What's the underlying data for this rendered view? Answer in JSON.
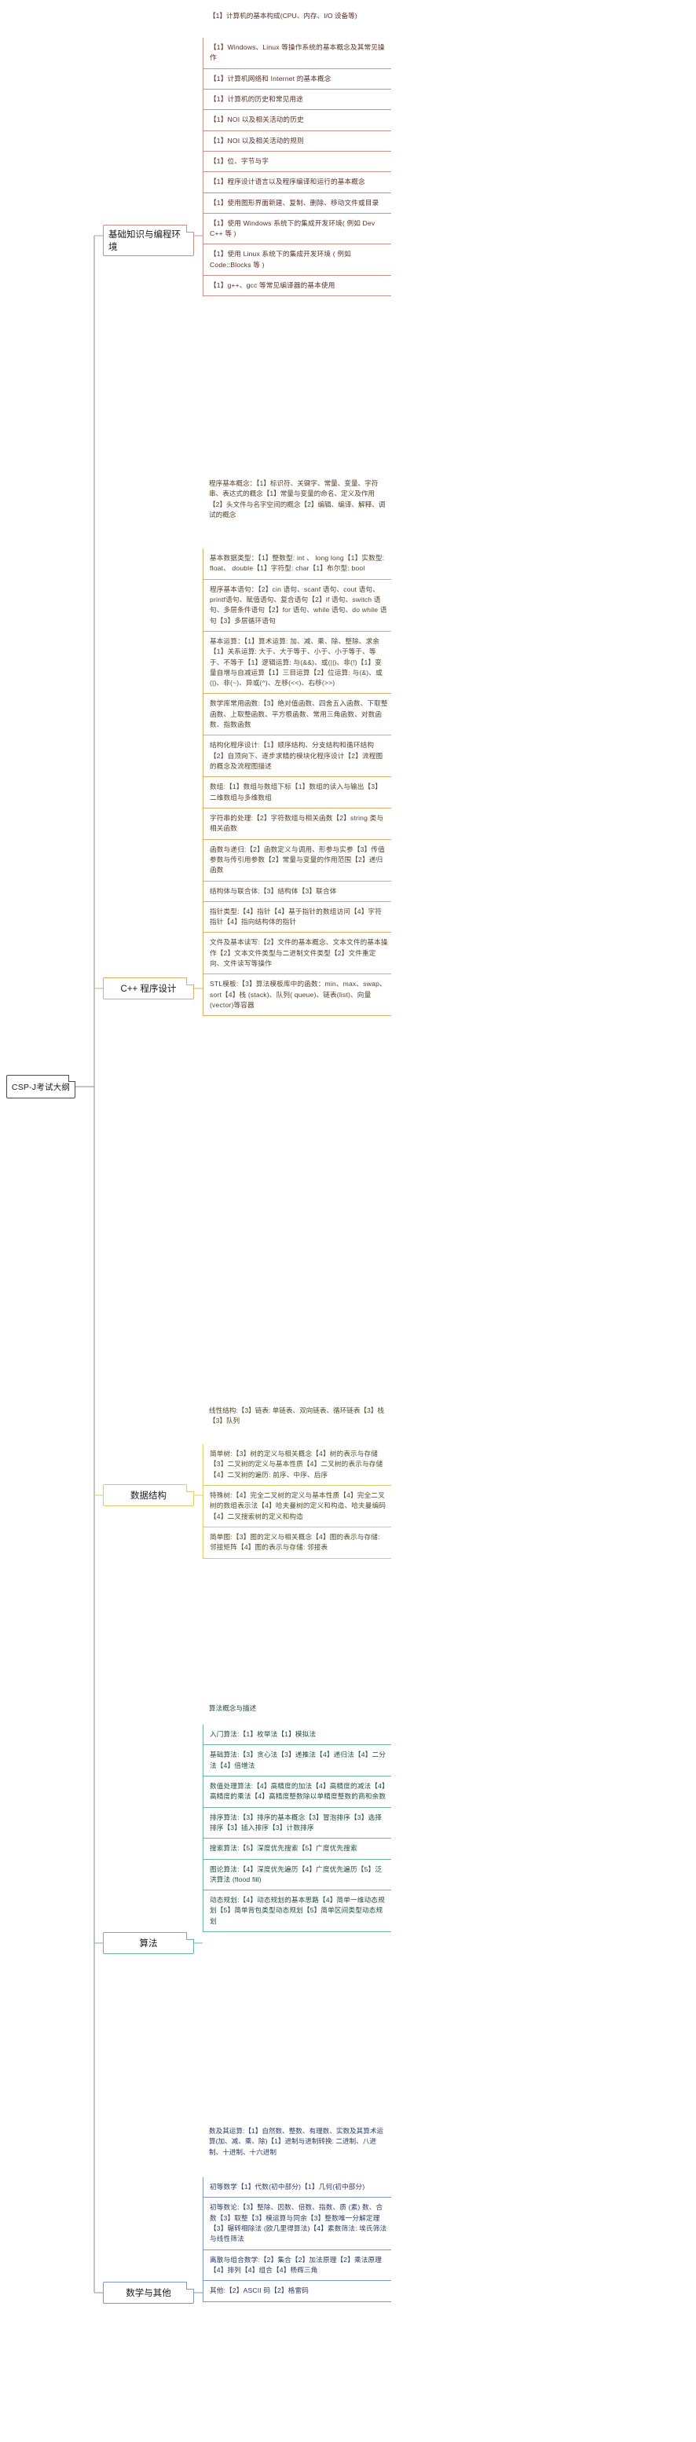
{
  "diagram": {
    "type": "mindmap",
    "title": "CSP-J考试大纲",
    "root": {
      "label": "CSP-J考试大纲"
    },
    "theme_colors": {
      "basics": "#cf9089",
      "cpp": "#dcaf62",
      "data_structure": "#dace63",
      "algorithm": "#6ab79f",
      "math": "#8097cd",
      "root_border": "#4a4a4a",
      "background": "#ffffff"
    },
    "branches": [
      {
        "id": "basics",
        "label": "基础知识与编程环境",
        "items": [
          "【1】计算机的基本构成(CPU、内存、I/O 设备等)",
          "【1】Windows、Linux 等操作系统的基本概念及其常见操作",
          "【1】计算机网络和 Internet 的基本概念",
          "【1】计算机的历史和常见用途",
          "【1】NOI 以及相关活动的历史",
          "【1】NOI 以及相关活动的规则",
          "【1】位、字节与字",
          "【1】程序设计语言以及程序编译和运行的基本概念",
          "【1】使用图形界面新建、复制、删除、移动文件或目录",
          "【1】使用 Windows 系统下的集成开发环境( 例如 Dev C++ 等 )",
          "【1】使用 Linux 系统下的集成开发环境 ( 例如 Code::Blocks 等 )",
          "【1】g++、gcc 等常见编译器的基本使用"
        ]
      },
      {
        "id": "cpp",
        "label": "C++ 程序设计",
        "items": [
          "程序基本概念：【1】标识符、关键字、常量、变量、字符串、表达式的概念【1】常量与变量的命名、定义及作用【2】头文件与名字空间的概念【2】编辑、编译、解释、调试的概念",
          "基本数据类型：【1】整数型: int 、 long long【1】实数型: float、 double【1】字符型: char【1】布尔型: bool",
          "程序基本语句：【2】cin 语句、scanf 语句、cout 语句、printf语句、赋值语句、复合语句【2】if 语句、switch 语句、多层条件语句【2】for 语句、while 语句、do while 语句【3】多层循环语句",
          "基本运算：【1】算术运算: 加、减、乘、除、整除、求余【1】关系运算: 大于、大于等于、小于、小于等于、等于、不等于【1】逻辑运算: 与(&&)、或(||)、非(!)【1】变量自增与自减运算【1】三目运算【2】位运算: 与(&)、或(|)、非(~)、异或(^)、左移(<<)、右移(>>)",
          "数学库常用函数:【3】绝对值函数、四舍五入函数、下取整函数、上取整函数、平方根函数、常用三角函数、对数函数、指数函数",
          "结构化程序设计:【1】顺序结构、分支结构和循环结构【2】自顶向下、逐步求精的模块化程序设计【2】流程图的概念及流程图描述",
          "数组:【1】数组与数组下标【1】数组的读入与输出【3】二维数组与多维数组",
          "字符串的处理:【2】字符数组与相关函数【2】string 类与相关函数",
          "函数与递归:【2】函数定义与调用、形参与实参【3】传值参数与传引用参数【2】常量与变量的作用范围【2】递归函数",
          "结构体与联合体:【3】结构体【3】联合体",
          "指针类型:【4】指针【4】基于指针的数组访问【4】字符指针【4】指向结构体的指针",
          "文件及基本读写:【2】文件的基本概念、文本文件的基本操作【2】文本文件类型与二进制文件类型【2】文件重定向、文件读写等操作",
          "STL模板:【3】算法模板库中的函数：min、max、swap、sort【4】栈 (stack)、队列( queue)、链表(list)、向量(vector)等容器"
        ]
      },
      {
        "id": "data_structure",
        "label": "数据结构",
        "items": [
          "线性结构:【3】链表: 单链表、双向链表、循环链表【3】栈【3】队列",
          "简单树:【3】树的定义与相关概念【4】树的表示与存储【3】二叉树的定义与基本性质【4】二叉树的表示与存储【4】二叉树的遍历: 前序、中序、后序",
          "特殊树:【4】完全二叉树的定义与基本性质【4】完全二叉树的数组表示法【4】哈夫曼树的定义和构造、哈夫曼编码【4】二叉搜索树的定义和构造",
          "简单图:【3】图的定义与相关概念【4】图的表示与存储: 邻接矩阵【4】图的表示与存储: 邻接表"
        ]
      },
      {
        "id": "algorithm",
        "label": "算法",
        "items": [
          "算法概念与描述",
          "入门算法:【1】枚举法【1】模拟法",
          "基础算法:【3】贪心法【3】递推法【4】递归法【4】二分法【4】倍增法",
          "数值处理算法:【4】高精度的加法【4】高精度的减法【4】高精度的乘法【4】高精度整数除以单精度整数的商和余数",
          "排序算法:【3】排序的基本概念【3】冒泡排序【3】选择排序【3】插入排序【3】计数排序",
          "搜索算法:【5】深度优先搜索【5】广度优先搜索",
          "图论算法:【4】深度优先遍历【4】广度优先遍历【5】泛洪算法 (flood fill)",
          "动态规划:【4】动态规划的基本思路【4】简单一维动态规划【5】简单背包类型动态规划【5】简单区间类型动态规划"
        ]
      },
      {
        "id": "math",
        "label": "数学与其他",
        "items": [
          "数及其运算:【1】自然数、整数、有理数、实数及其算术运算(加、减、乘、除)【1】进制与进制转换: 二进制、八进制、十进制、十六进制",
          "初等数学【1】代数(初中部分)【1】几何(初中部分)",
          "初等数论:【3】整除、因数、倍数、指数、质 (素) 数、合数【3】取整【3】模运算与同余【3】整数唯一分解定理【3】辗转相除法 (欧几里得算法)【4】素数筛法: 埃氏筛法与线性筛法",
          "离散与组合数学:【2】集合【2】加法原理【2】乘法原理【4】排列【4】组合【4】杨辉三角",
          "其他:【2】ASCII 码【2】格雷码"
        ]
      }
    ]
  }
}
